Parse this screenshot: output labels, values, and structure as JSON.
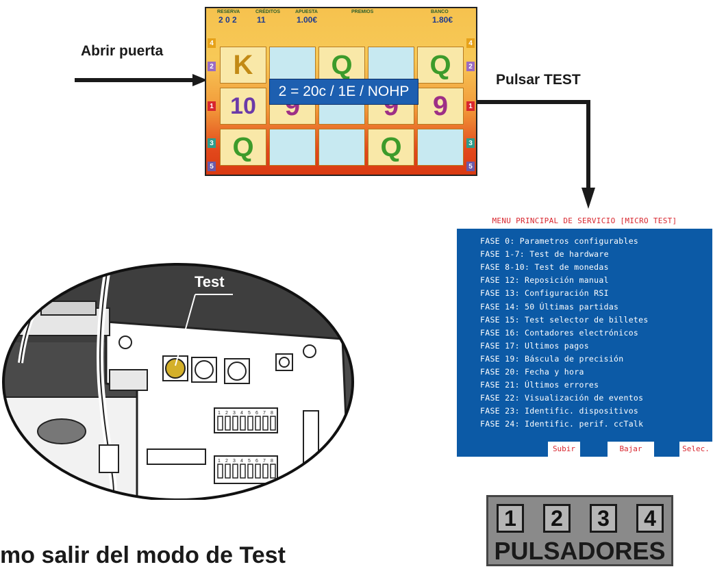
{
  "labels": {
    "open_door": "Abrir puerta",
    "press_test": "Pulsar TEST",
    "test": "Test",
    "bottom_heading": "mo salir del modo de Test"
  },
  "slot_screen": {
    "hud": [
      {
        "label": "RESERVA",
        "value": "2 0 2"
      },
      {
        "label": "CRÉDITOS",
        "value": "11"
      },
      {
        "label": "APUESTA",
        "value": "1.00€"
      },
      {
        "label": "PREMIOS",
        "value": ""
      },
      {
        "label": "BANCO",
        "value": "1.80€"
      }
    ],
    "banner": "2 = 20c / 1E / NOHP",
    "reels": [
      [
        "K",
        "pic",
        "Q",
        "pic",
        "Q"
      ],
      [
        "10",
        "9",
        "pic",
        "9",
        "9"
      ],
      [
        "Q",
        "pic",
        "pic",
        "Q",
        "pic"
      ]
    ],
    "side_numbers": [
      "4",
      "2",
      "1",
      "3",
      "5"
    ]
  },
  "service_menu": {
    "title": "MENU PRINCIPAL DE SERVICIO [MICRO TEST]",
    "items": [
      "FASE 0: Parametros configurables",
      "FASE 1-7: Test de hardware",
      "FASE 8-10: Test de monedas",
      "FASE 12: Reposición manual",
      "FASE 13: Configuración RSI",
      "FASE 14: 50 Últimas partidas",
      "FASE 15: Test selector de billetes",
      "FASE 16: Contadores electrónicos",
      "FASE 17: Ultimos pagos",
      "FASE 19: Báscula de precisión",
      "FASE 20: Fecha y hora",
      "FASE 21: Últimos errores",
      "FASE 22: Visualización de eventos",
      "FASE 23: Identific. dispositivos",
      "FASE 24: Identific. perif. ccTalk"
    ],
    "buttons": [
      "Subir",
      "Bajar",
      "Selec."
    ]
  },
  "pulsadores": {
    "keys": [
      "1",
      "2",
      "3",
      "4"
    ],
    "label": "PULSADORES"
  },
  "board": {
    "dip_numbers": [
      "1",
      "2",
      "3",
      "4",
      "5",
      "6",
      "7",
      "8"
    ]
  },
  "colors": {
    "menu_bg": "#0c5aa6",
    "menu_accent": "#d8262e",
    "test_button": "#d4b02a",
    "banner_bg": "#1d5fb0"
  }
}
